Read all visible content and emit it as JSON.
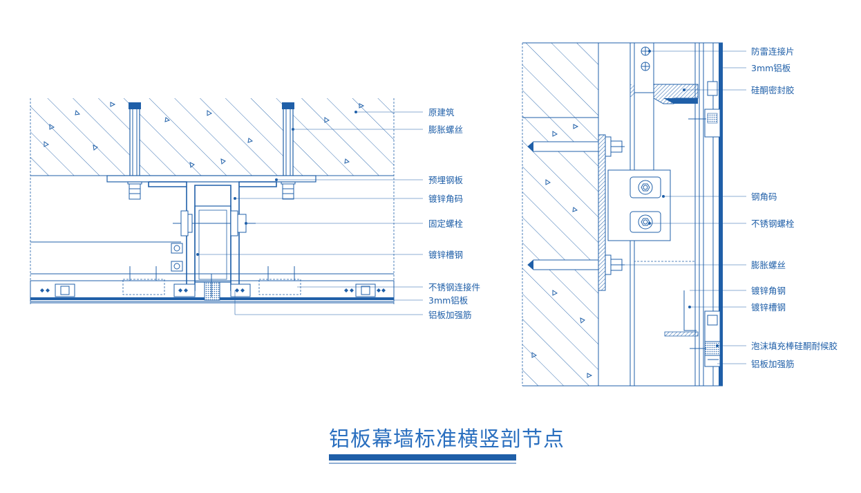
{
  "colors": {
    "line": "#1f5fa8",
    "title": "#2a6fbf",
    "bar": "#1f5fa8",
    "background": "#ffffff"
  },
  "title": "铝板幕墙标准横竖剖节点",
  "left_labels": {
    "l1": "原建筑",
    "l2": "膨胀螺丝",
    "l3": "预埋钢板",
    "l4": "镀锌角码",
    "l5": "固定螺栓",
    "l6": "镀锌槽钢",
    "l7": "不锈钢连接件",
    "l8": "3mm铝板",
    "l9": "铝板加强筋"
  },
  "right_labels": {
    "r1": "防雷连接片",
    "r2": "3mm铝板",
    "r3": "硅酮密封胶",
    "r4": "钢角码",
    "r5": "不锈钢螺栓",
    "r6": "膨胀螺丝",
    "r7": "镀锌角钢",
    "r8": "镀锌槽钢",
    "r9": "泡沫填充棒硅酮耐候胶",
    "r10": "铝板加强筋"
  }
}
